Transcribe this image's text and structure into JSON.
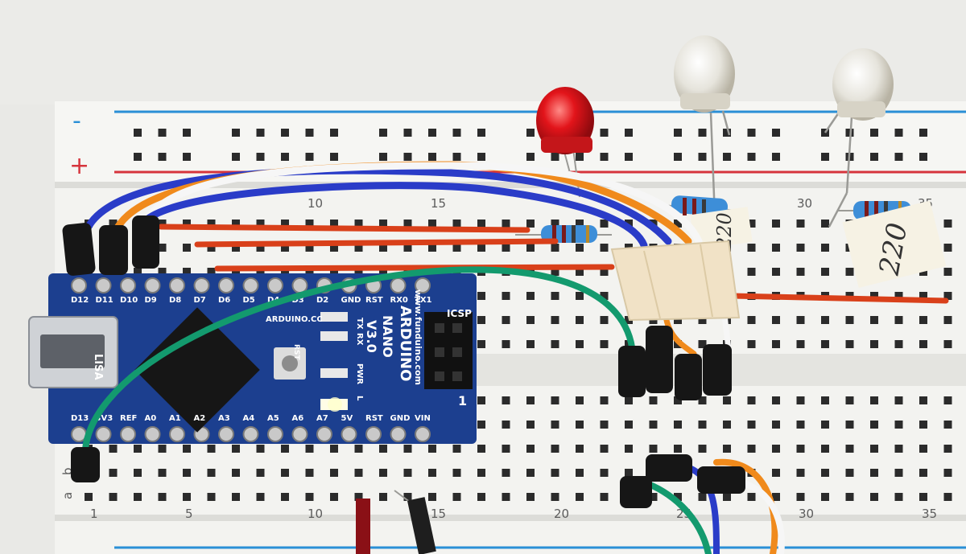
{
  "breadboard": {
    "rail_minus": "-",
    "rail_plus": "+",
    "col_numbers_top": [
      "10",
      "15",
      "30",
      "35"
    ],
    "col_numbers_bottom": [
      "1",
      "5",
      "10",
      "15",
      "20",
      "25",
      "30",
      "35"
    ],
    "row_letters": [
      "a",
      "b"
    ]
  },
  "arduino": {
    "top_pins": [
      "D12",
      "D11",
      "D10",
      "D9",
      "D8",
      "D7",
      "D6",
      "D5",
      "D4",
      "D3",
      "D2",
      "GND",
      "RST",
      "RX0",
      "TX1"
    ],
    "bottom_pins": [
      "D13",
      "3V3",
      "REF",
      "A0",
      "A1",
      "A2",
      "A3",
      "A4",
      "A5",
      "A6",
      "A7",
      "5V",
      "RST",
      "GND",
      "VIN"
    ],
    "chip_brand": "LISA",
    "board_name": "ARDUINO",
    "board_model": "NANO",
    "board_version": "V3.0",
    "website": "www.funduino.com",
    "arduino_cc": "ARDUINO.CC",
    "icsp_label": "ICSP",
    "icsp_pin1": "1",
    "led_labels": [
      "TX",
      "RX",
      "PWR",
      "L"
    ],
    "rst_label": "RST"
  },
  "notes": {
    "tape_label_1": "220",
    "tape_label_2": "220"
  },
  "colors": {
    "pcb": "#1c3f8f",
    "breadboard": "#f2f2ef",
    "rail_blue": "#2a8fd6",
    "rail_red": "#d6343c",
    "wire_orange": "#f08a1c",
    "wire_blue": "#2a3cc8",
    "wire_white": "#f6f6f6",
    "wire_green": "#139a6e",
    "wire_red": "#d9401a",
    "led_red": "#e2141a"
  }
}
